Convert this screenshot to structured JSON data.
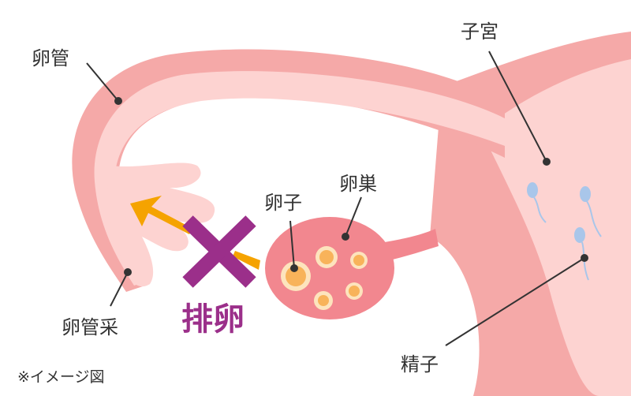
{
  "labels": {
    "fallopian_tube": "卵管",
    "uterus": "子宮",
    "ovary": "卵巣",
    "egg": "卵子",
    "fimbriae": "卵管采",
    "sperm": "精子",
    "ovulation": "排卵",
    "note": "※イメージ図"
  },
  "colors": {
    "tissue_outer": "#f5a9a8",
    "tissue_inner": "#fdd3d1",
    "ovary": "#f2878f",
    "egg": "#f8b35a",
    "egg_ring": "#fde4bd",
    "cross": "#9b2f8a",
    "arrow": "#f5a300",
    "sperm": "#a9c6ea"
  }
}
